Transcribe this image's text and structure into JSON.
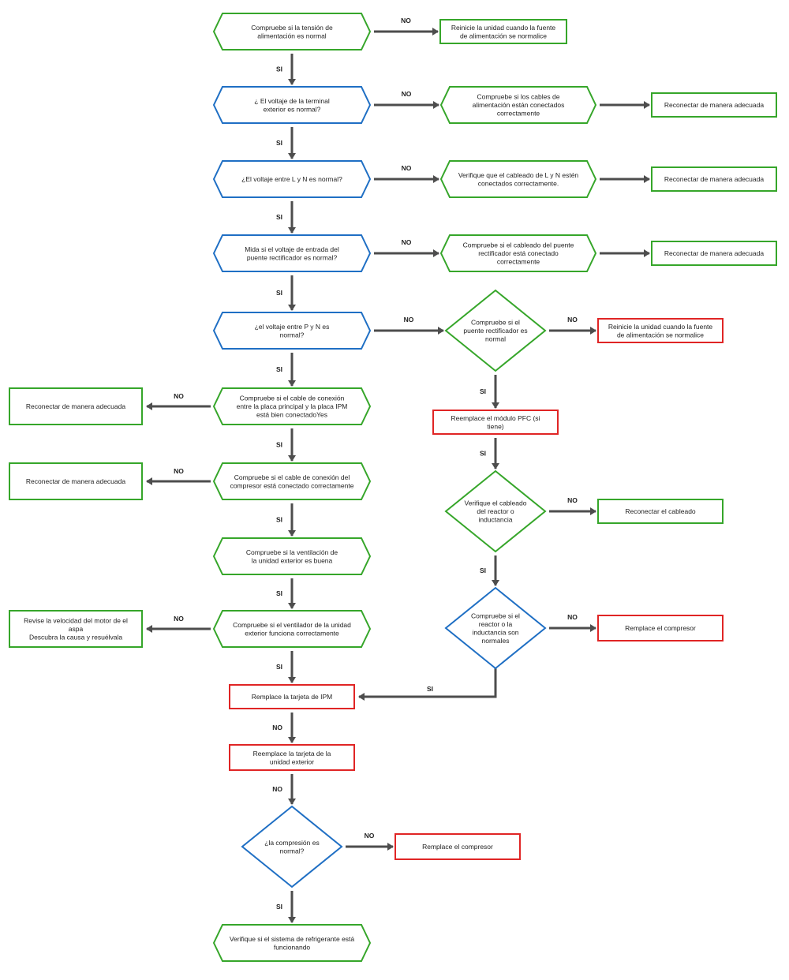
{
  "colors": {
    "green": "#36a62a",
    "blue": "#1f6fc4",
    "red": "#e02525",
    "arrow": "#4d4d4d",
    "text": "#222222"
  },
  "nodes": [
    {
      "id": "n1",
      "shape": "hex",
      "color": "green",
      "lines": [
        "Compruebe si la tensión de",
        "alimentación es normal"
      ]
    },
    {
      "id": "n1r",
      "shape": "rect",
      "color": "green",
      "lines": [
        "Reinicie la unidad cuando la fuente",
        "de alimentación se normalice"
      ]
    },
    {
      "id": "n2",
      "shape": "hex",
      "color": "blue",
      "lines": [
        "¿ El voltaje de la terminal",
        "exterior es normal?"
      ]
    },
    {
      "id": "n2m",
      "shape": "hex",
      "color": "green",
      "lines": [
        "Compruebe si los cables de",
        "alimentación están conectados",
        "correctamente"
      ]
    },
    {
      "id": "n2r",
      "shape": "rect",
      "color": "green",
      "lines": [
        "Reconectar de manera adecuada"
      ]
    },
    {
      "id": "n3",
      "shape": "hex",
      "color": "blue",
      "lines": [
        "¿El voltaje entre L y N es normal?"
      ]
    },
    {
      "id": "n3m",
      "shape": "hex",
      "color": "green",
      "lines": [
        "Verifique que el cableado de L y N estén",
        "conectados correctamente."
      ]
    },
    {
      "id": "n3r",
      "shape": "rect",
      "color": "green",
      "lines": [
        "Reconectar de manera adecuada"
      ]
    },
    {
      "id": "n4",
      "shape": "hex",
      "color": "blue",
      "lines": [
        "Mida si el voltaje de entrada del",
        "puente rectificador es normal?"
      ]
    },
    {
      "id": "n4m",
      "shape": "hex",
      "color": "green",
      "lines": [
        "Compruebe si el cableado del puente",
        "rectificador está conectado",
        "correctamente"
      ]
    },
    {
      "id": "n4r",
      "shape": "rect",
      "color": "green",
      "lines": [
        "Reconectar de manera adecuada"
      ]
    },
    {
      "id": "n5",
      "shape": "hex",
      "color": "blue",
      "lines": [
        "¿el voltaje entre P y N es",
        "normal?"
      ]
    },
    {
      "id": "d1",
      "shape": "diamond",
      "color": "green",
      "lines": [
        "Compruebe si el",
        "puente rectificador es",
        "normal"
      ]
    },
    {
      "id": "d1r",
      "shape": "rect",
      "color": "red",
      "lines": [
        "Reinicie la unidad cuando la fuente",
        "de alimentación se normalice"
      ]
    },
    {
      "id": "pfc",
      "shape": "rect",
      "color": "red",
      "lines": [
        "Reemplace el módulo PFC (si",
        "tiene)"
      ]
    },
    {
      "id": "d2",
      "shape": "diamond",
      "color": "green",
      "lines": [
        "Verifique el cableado",
        "del reactor o",
        "inductancia"
      ]
    },
    {
      "id": "d2r",
      "shape": "rect",
      "color": "green",
      "lines": [
        "Reconectar el cableado"
      ]
    },
    {
      "id": "d3",
      "shape": "diamond",
      "color": "blue",
      "lines": [
        "Compruebe si el",
        "reactor o la",
        "inductancia son",
        "normales"
      ]
    },
    {
      "id": "d3r",
      "shape": "rect",
      "color": "red",
      "lines": [
        "Remplace el compresor"
      ]
    },
    {
      "id": "n6",
      "shape": "hex",
      "color": "green",
      "lines": [
        "Compruebe si el cable de conexión",
        "entre la placa principal y la placa IPM",
        "está bien conectadoYes"
      ]
    },
    {
      "id": "n6l",
      "shape": "rect",
      "color": "green",
      "lines": [
        "Reconectar de manera adecuada"
      ]
    },
    {
      "id": "n7",
      "shape": "hex",
      "color": "green",
      "lines": [
        "Compruebe si el cable de conexión del",
        "compresor está conectado correctamente"
      ]
    },
    {
      "id": "n7l",
      "shape": "rect",
      "color": "green",
      "lines": [
        "Reconectar de manera adecuada"
      ]
    },
    {
      "id": "n8",
      "shape": "hex",
      "color": "green",
      "lines": [
        "Compruebe si la ventilación de",
        "la unidad exterior es buena"
      ]
    },
    {
      "id": "n9",
      "shape": "hex",
      "color": "green",
      "lines": [
        "Compruebe si el ventilador de la unidad",
        "exterior funciona correctamente"
      ]
    },
    {
      "id": "n9l",
      "shape": "rect",
      "color": "green",
      "lines": [
        "Revise la velocidad del motor de el",
        "aspa",
        "Descubra la causa y resuélvala"
      ]
    },
    {
      "id": "ipm",
      "shape": "rect",
      "color": "red",
      "lines": [
        "Remplace la tarjeta de IPM"
      ]
    },
    {
      "id": "ext",
      "shape": "rect",
      "color": "red",
      "lines": [
        "Reemplace la tarjeta de la",
        "unidad exterior"
      ]
    },
    {
      "id": "d4",
      "shape": "diamond",
      "color": "blue",
      "lines": [
        "¿la compresión es",
        "normal?"
      ]
    },
    {
      "id": "d4r",
      "shape": "rect",
      "color": "red",
      "lines": [
        "Remplace el compresor"
      ]
    },
    {
      "id": "n10",
      "shape": "hex",
      "color": "green",
      "lines": [
        "Verifique si el sistema de refrigerante está",
        "funcionando"
      ]
    }
  ],
  "edges": [
    {
      "from": "n1",
      "to": "n1r",
      "label": "NO"
    },
    {
      "from": "n1",
      "to": "n2",
      "label": "SI"
    },
    {
      "from": "n2",
      "to": "n2m",
      "label": "NO"
    },
    {
      "from": "n2m",
      "to": "n2r",
      "label": ""
    },
    {
      "from": "n2",
      "to": "n3",
      "label": "SI"
    },
    {
      "from": "n3",
      "to": "n3m",
      "label": "NO"
    },
    {
      "from": "n3m",
      "to": "n3r",
      "label": ""
    },
    {
      "from": "n3",
      "to": "n4",
      "label": "SI"
    },
    {
      "from": "n4",
      "to": "n4m",
      "label": "NO"
    },
    {
      "from": "n4m",
      "to": "n4r",
      "label": ""
    },
    {
      "from": "n4",
      "to": "n5",
      "label": "SI"
    },
    {
      "from": "n5",
      "to": "d1",
      "label": "NO"
    },
    {
      "from": "d1",
      "to": "d1r",
      "label": "NO"
    },
    {
      "from": "d1",
      "to": "pfc",
      "label": "SI"
    },
    {
      "from": "pfc",
      "to": "d2",
      "label": "SI"
    },
    {
      "from": "d2",
      "to": "d2r",
      "label": "NO"
    },
    {
      "from": "d2",
      "to": "d3",
      "label": "SI"
    },
    {
      "from": "d3",
      "to": "d3r",
      "label": "NO"
    },
    {
      "from": "d3",
      "to": "ipm",
      "label": "SI"
    },
    {
      "from": "n5",
      "to": "n6",
      "label": "SI"
    },
    {
      "from": "n6",
      "to": "n6l",
      "label": "NO"
    },
    {
      "from": "n6",
      "to": "n7",
      "label": "SI"
    },
    {
      "from": "n7",
      "to": "n7l",
      "label": "NO"
    },
    {
      "from": "n7",
      "to": "n8",
      "label": "SI"
    },
    {
      "from": "n8",
      "to": "n9",
      "label": "SI"
    },
    {
      "from": "n9",
      "to": "n9l",
      "label": "NO"
    },
    {
      "from": "n9",
      "to": "ipm",
      "label": "SI"
    },
    {
      "from": "ipm",
      "to": "ext",
      "label": "NO"
    },
    {
      "from": "ext",
      "to": "d4",
      "label": "NO"
    },
    {
      "from": "d4",
      "to": "d4r",
      "label": "NO"
    },
    {
      "from": "d4",
      "to": "n10",
      "label": "SI"
    }
  ]
}
